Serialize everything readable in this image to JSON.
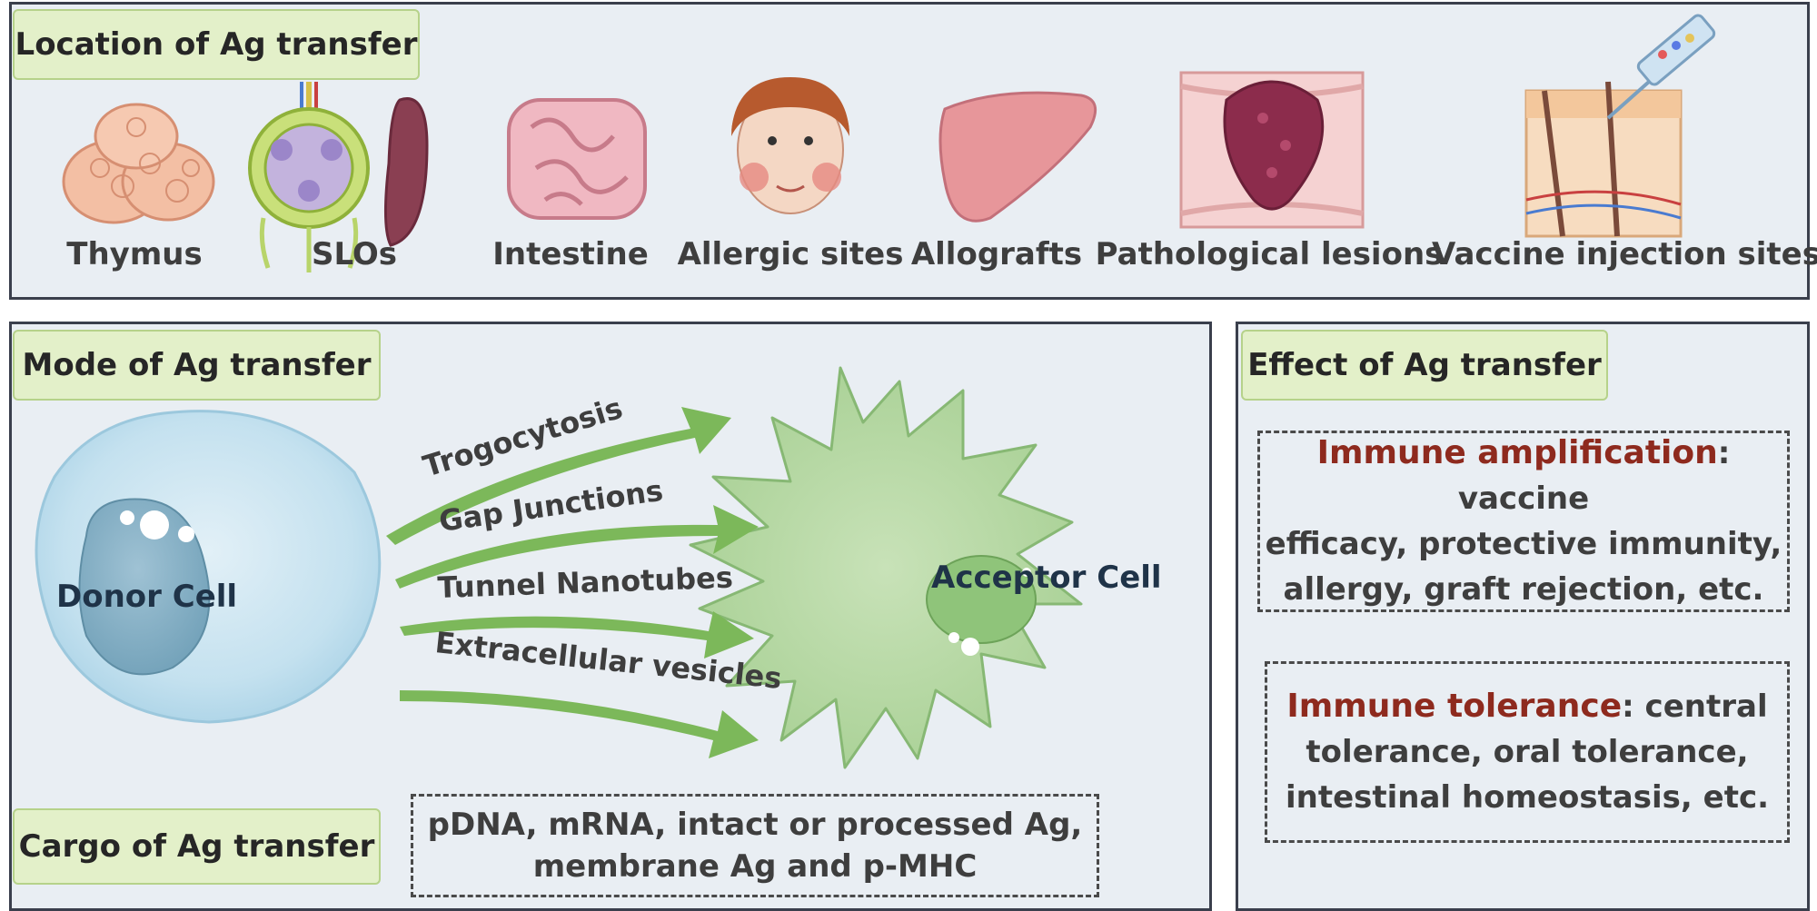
{
  "location": {
    "title": "Location of Ag transfer",
    "items": [
      "Thymus",
      "SLOs",
      "Intestine",
      "Allergic sites",
      "Allografts",
      "Pathological lesions",
      "Vaccine injection sites"
    ]
  },
  "mode": {
    "title": "Mode of Ag transfer",
    "donor": "Donor Cell",
    "acceptor": "Acceptor Cell",
    "routes": [
      "Trogocytosis",
      "Gap Junctions",
      "Tunnel Nanotubes",
      "Extracellular vesicles"
    ]
  },
  "cargo": {
    "title": "Cargo of Ag transfer",
    "line1": "pDNA, mRNA, intact or processed Ag,",
    "line2": "membrane Ag and p-MHC"
  },
  "effect": {
    "title": "Effect of Ag transfer",
    "amplification": {
      "term": "Immune amplification",
      "line1": ": vaccine",
      "line2": "efficacy, protective immunity,",
      "line3": "allergy, graft rejection, etc."
    },
    "tolerance": {
      "term": "Immune tolerance",
      "line1": ": central",
      "line2": "tolerance, oral tolerance,",
      "line3": "intestinal homeostasis, etc."
    }
  },
  "colors": {
    "panel_bg": "#e9eef3",
    "tag_bg": "#e3f0c9",
    "arrow": "#7cb85a",
    "highlight": "#8e2a1e"
  }
}
